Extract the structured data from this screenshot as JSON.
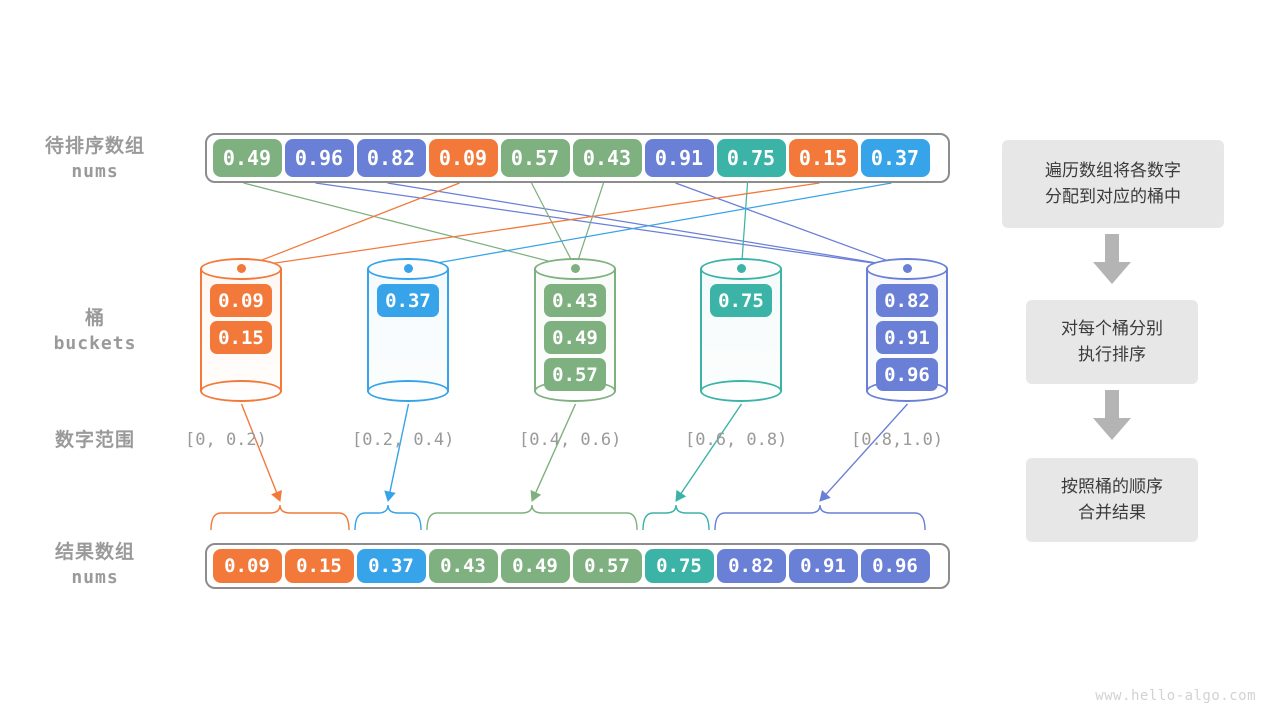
{
  "watermark": "www.hello-algo.com",
  "palette": {
    "orange": "#f2793a",
    "blue": "#37a3e8",
    "green": "#7fb080",
    "teal": "#3bb3a6",
    "indigo": "#6a7fd6",
    "frame_gray": "#8d8d8d",
    "label_gray": "#9a9a9a",
    "flow_bg": "#e7e7e7",
    "flow_text": "#3b3b3b",
    "arrow_gray": "#b4b4b4"
  },
  "labels": {
    "input_cn": "待排序数组",
    "input_en": "nums",
    "buckets_cn": "桶",
    "buckets_en": "buckets",
    "range_cn": "数字范围",
    "result_cn": "结果数组",
    "result_en": "nums"
  },
  "input_array": [
    {
      "value": "0.49",
      "color": "green"
    },
    {
      "value": "0.96",
      "color": "indigo"
    },
    {
      "value": "0.82",
      "color": "indigo"
    },
    {
      "value": "0.09",
      "color": "orange"
    },
    {
      "value": "0.57",
      "color": "green"
    },
    {
      "value": "0.43",
      "color": "green"
    },
    {
      "value": "0.91",
      "color": "indigo"
    },
    {
      "value": "0.75",
      "color": "teal"
    },
    {
      "value": "0.15",
      "color": "orange"
    },
    {
      "value": "0.37",
      "color": "blue"
    }
  ],
  "buckets": [
    {
      "range": "[0, 0.2)",
      "color": "orange",
      "items": [
        "0.09",
        "0.15"
      ]
    },
    {
      "range": "[0.2, 0.4)",
      "color": "blue",
      "items": [
        "0.37"
      ]
    },
    {
      "range": "[0.4, 0.6)",
      "color": "green",
      "items": [
        "0.43",
        "0.49",
        "0.57"
      ]
    },
    {
      "range": "[0.6, 0.8)",
      "color": "teal",
      "items": [
        "0.75"
      ]
    },
    {
      "range": "[0.8,1.0)",
      "color": "indigo",
      "items": [
        "0.82",
        "0.91",
        "0.96"
      ]
    }
  ],
  "result_array": [
    {
      "value": "0.09",
      "color": "orange"
    },
    {
      "value": "0.15",
      "color": "orange"
    },
    {
      "value": "0.37",
      "color": "blue"
    },
    {
      "value": "0.43",
      "color": "green"
    },
    {
      "value": "0.49",
      "color": "green"
    },
    {
      "value": "0.57",
      "color": "green"
    },
    {
      "value": "0.75",
      "color": "teal"
    },
    {
      "value": "0.82",
      "color": "indigo"
    },
    {
      "value": "0.91",
      "color": "indigo"
    },
    {
      "value": "0.96",
      "color": "indigo"
    }
  ],
  "flow_steps": [
    {
      "line1": "遍历数组将各数字",
      "line2": "分配到对应的桶中"
    },
    {
      "line1": "对每个桶分别",
      "line2": "执行排序"
    },
    {
      "line1": "按照桶的顺序",
      "line2": "合并结果"
    }
  ]
}
